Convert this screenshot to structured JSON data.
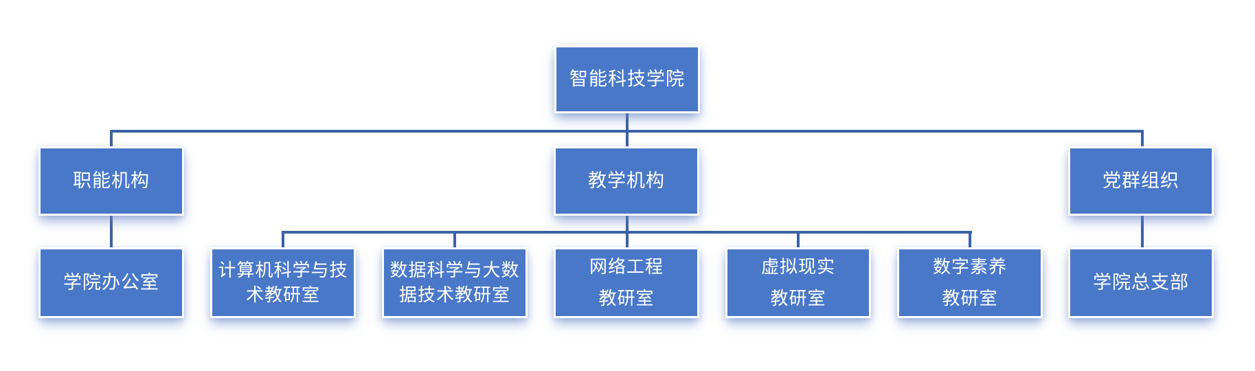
{
  "org_chart": {
    "root": {
      "label": "智能科技学院"
    },
    "branches": [
      {
        "label": "职能机构",
        "children": [
          {
            "label": "学院办公室"
          }
        ]
      },
      {
        "label": "教学机构",
        "children": [
          {
            "label": "计算机科学与技\n术教研室"
          },
          {
            "label": "数据科学与大数\n据技术教研室"
          },
          {
            "label": "网络工程\n教研室"
          },
          {
            "label": "虚拟现实\n教研室"
          },
          {
            "label": "数字素养\n教研室"
          }
        ]
      },
      {
        "label": "党群组织",
        "children": [
          {
            "label": "学院总支部"
          }
        ]
      }
    ],
    "colors": {
      "node_fill": "#4a78c9",
      "node_text": "#ffffff",
      "node_border": "#ffffff",
      "connector": "#3a62a8",
      "background": "#ffffff"
    }
  }
}
